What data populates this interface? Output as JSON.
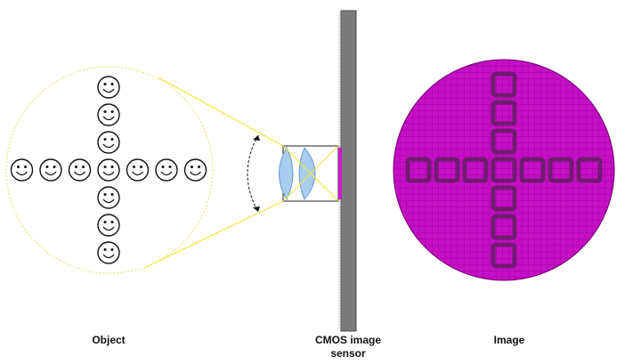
{
  "labels": {
    "object": "Object",
    "sensor_line1": "CMOS image",
    "sensor_line2": "sensor",
    "image": "Image"
  },
  "colors": {
    "background": "#ffffff",
    "ray": "#f2e640",
    "object_circle": "#e8e060",
    "lens_fill": "#a9cdef",
    "lens_stroke": "#6a9cc9",
    "sensor_body": "#7b7b7b",
    "sensor_edge": "#4a4a4a",
    "pixel_strip": "#c61ec6",
    "image_fill": "#c70fc7",
    "image_grid": "#8a008a",
    "image_pattern": "#6f1e6f",
    "face_stroke": "#111111"
  },
  "icons": {
    "object_symbol": "smiley-face-icon"
  }
}
